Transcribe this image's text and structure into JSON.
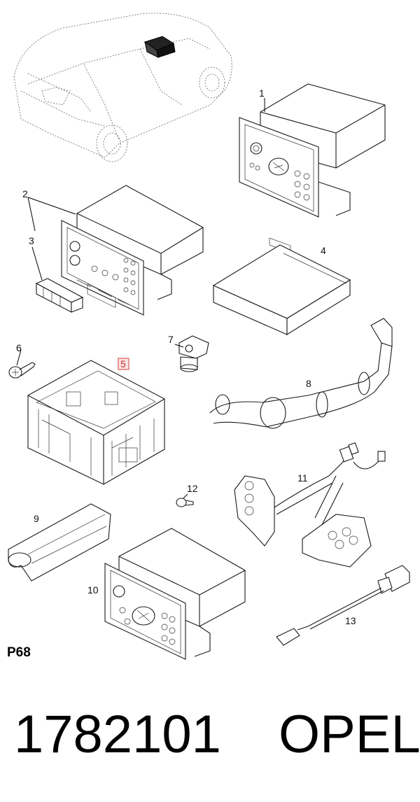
{
  "diagram": {
    "callouts": [
      {
        "id": "1",
        "label": "1"
      },
      {
        "id": "2",
        "label": "2"
      },
      {
        "id": "3",
        "label": "3"
      },
      {
        "id": "4",
        "label": "4"
      },
      {
        "id": "5",
        "label": "5",
        "highlighted": true
      },
      {
        "id": "6",
        "label": "6"
      },
      {
        "id": "7",
        "label": "7"
      },
      {
        "id": "8",
        "label": "8"
      },
      {
        "id": "9",
        "label": "9"
      },
      {
        "id": "10",
        "label": "10"
      },
      {
        "id": "11",
        "label": "11"
      },
      {
        "id": "12",
        "label": "12"
      },
      {
        "id": "13",
        "label": "13"
      }
    ],
    "page_code": "P68",
    "part_number": "1782101",
    "brand": "OPEL",
    "highlight_color": "#d04040"
  }
}
